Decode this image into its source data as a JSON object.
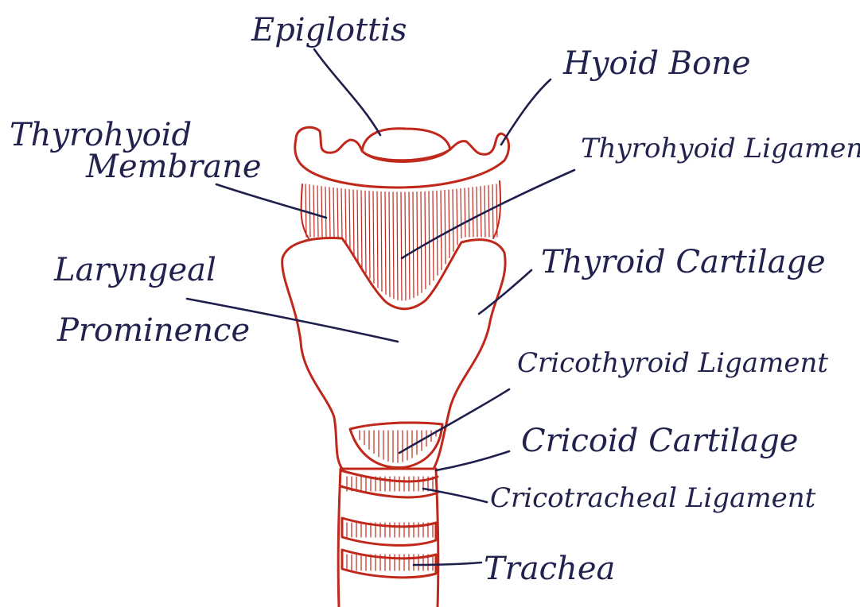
{
  "colors": {
    "anatomy": "#c0281c",
    "leader": "#1f1f4d",
    "text": "#22224f",
    "background": "#ffffff"
  },
  "labels": {
    "epiglottis": "Epiglottis",
    "hyoid_bone": "Hyoid Bone",
    "thyrohyoid_membrane_line1": "Thyrohyoid",
    "thyrohyoid_membrane_line2": "Membrane",
    "thyrohyoid_ligament": "Thyrohyoid Ligament",
    "laryngeal_prominence_line1": "Laryngeal",
    "laryngeal_prominence_line2": "Prominence",
    "thyroid_cartilage": "Thyroid Cartilage",
    "cricothyroid_ligament": "Cricothyroid Ligament",
    "cricoid_cartilage": "Cricoid Cartilage",
    "cricotracheal_ligament": "Cricotracheal Ligament",
    "trachea": "Trachea"
  }
}
